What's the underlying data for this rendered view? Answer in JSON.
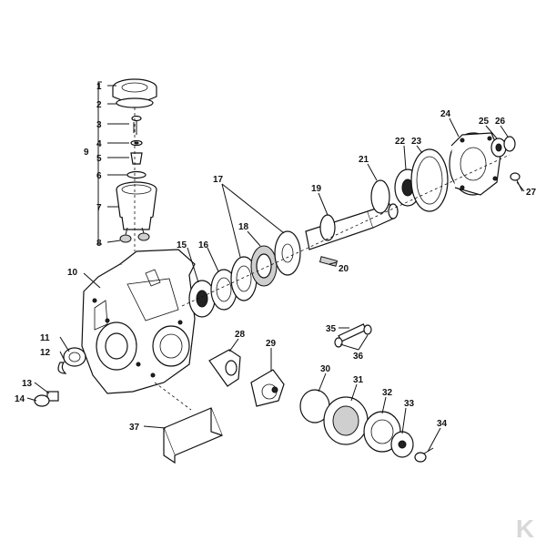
{
  "diagram": {
    "callouts": [
      {
        "id": "c1",
        "text": "1"
      },
      {
        "id": "c2",
        "text": "2"
      },
      {
        "id": "c3",
        "text": "3"
      },
      {
        "id": "c4",
        "text": "4"
      },
      {
        "id": "c5",
        "text": "5"
      },
      {
        "id": "c6",
        "text": "6"
      },
      {
        "id": "c7",
        "text": "7"
      },
      {
        "id": "c8",
        "text": "8"
      },
      {
        "id": "c9",
        "text": "9"
      },
      {
        "id": "c10",
        "text": "10"
      },
      {
        "id": "c11",
        "text": "11"
      },
      {
        "id": "c12",
        "text": "12"
      },
      {
        "id": "c13",
        "text": "13"
      },
      {
        "id": "c14",
        "text": "14"
      },
      {
        "id": "c15",
        "text": "15"
      },
      {
        "id": "c16",
        "text": "16"
      },
      {
        "id": "c17",
        "text": "17"
      },
      {
        "id": "c18",
        "text": "18"
      },
      {
        "id": "c19",
        "text": "19"
      },
      {
        "id": "c20",
        "text": "20"
      },
      {
        "id": "c21",
        "text": "21"
      },
      {
        "id": "c22",
        "text": "22"
      },
      {
        "id": "c23",
        "text": "23"
      },
      {
        "id": "c24",
        "text": "24"
      },
      {
        "id": "c25",
        "text": "25"
      },
      {
        "id": "c26",
        "text": "26"
      },
      {
        "id": "c27",
        "text": "27"
      },
      {
        "id": "c28",
        "text": "28"
      },
      {
        "id": "c29",
        "text": "29"
      },
      {
        "id": "c30",
        "text": "30"
      },
      {
        "id": "c31",
        "text": "31"
      },
      {
        "id": "c32",
        "text": "32"
      },
      {
        "id": "c33",
        "text": "33"
      },
      {
        "id": "c34",
        "text": "34"
      },
      {
        "id": "c35",
        "text": "35"
      },
      {
        "id": "c36",
        "text": "36"
      },
      {
        "id": "c37",
        "text": "37"
      }
    ],
    "logo": {
      "text": "K",
      "icon": "brand-logo-icon",
      "color": "#d8d8d8"
    }
  }
}
